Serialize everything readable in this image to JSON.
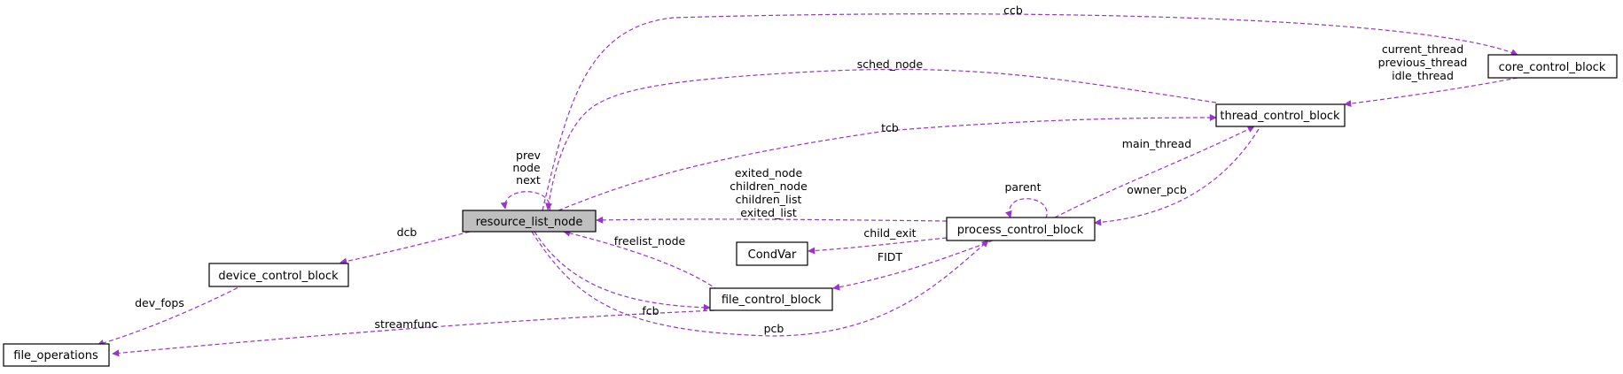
{
  "nodes": {
    "resource_list_node": "resource_list_node",
    "core_control_block": "core_control_block",
    "thread_control_block": "thread_control_block",
    "process_control_block": "process_control_block",
    "CondVar": "CondVar",
    "file_control_block": "file_control_block",
    "device_control_block": "device_control_block",
    "file_operations": "file_operations"
  },
  "edge_labels": {
    "ccb": "ccb",
    "sched_node": "sched_node",
    "tcb": "tcb",
    "current_thread": "current_thread",
    "previous_thread": "previous_thread",
    "idle_thread": "idle_thread",
    "main_thread": "main_thread",
    "owner_pcb": "owner_pcb",
    "parent": "parent",
    "prev": "prev",
    "node": "node",
    "next": "next",
    "exited_node": "exited_node",
    "children_node": "children_node",
    "children_list": "children_list",
    "exited_list": "exited_list",
    "dcb": "dcb",
    "freelist_node": "freelist_node",
    "child_exit": "child_exit",
    "fidt": "FIDT",
    "fcb": "fcb",
    "dev_fops": "dev_fops",
    "streamfunc": "streamfunc",
    "pcb": "pcb"
  },
  "colors": {
    "edge": "#9a32cd",
    "highlight_fill": "#bfbfbf"
  }
}
